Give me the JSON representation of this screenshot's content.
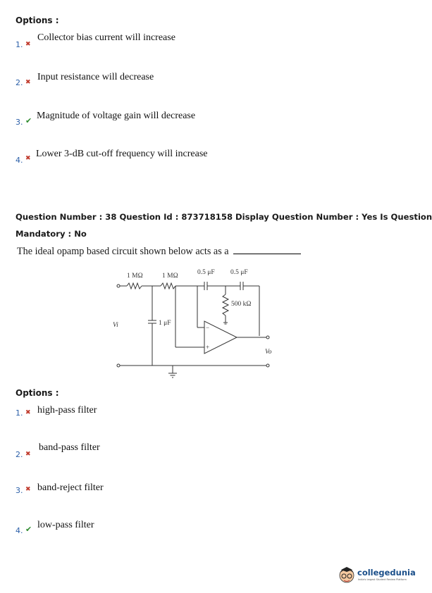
{
  "options_block_1": {
    "heading": "Options :",
    "items": [
      {
        "num": "1.",
        "mark": "✖",
        "correct": false,
        "text": "Collector bias current will increase"
      },
      {
        "num": "2.",
        "mark": "✖",
        "correct": false,
        "text": "Input resistance will decrease"
      },
      {
        "num": "3.",
        "mark": "✔",
        "correct": true,
        "text": "Magnitude of voltage gain will decrease"
      },
      {
        "num": "4.",
        "mark": "✖",
        "correct": false,
        "text": "Lower 3-dB cut-off frequency will increase"
      }
    ]
  },
  "question": {
    "meta_line_1": "Question Number : 38 Question Id : 873718158 Display Question Number : Yes Is Question",
    "meta_line_2": "Mandatory : No",
    "text": "The ideal opamp based circuit shown below acts as a"
  },
  "circuit": {
    "r1": "1 MΩ",
    "r2": "1 MΩ",
    "c1": "0.5 μF",
    "c2": "0.5 μF",
    "r3": "500 kΩ",
    "c3": "1 μF",
    "vi": "Vi",
    "vo": "Vo",
    "plus": "+",
    "minus": "−"
  },
  "options_block_2": {
    "heading": "Options :",
    "items": [
      {
        "num": "1.",
        "mark": "✖",
        "correct": false,
        "text": "high-pass filter"
      },
      {
        "num": "2.",
        "mark": "✖",
        "correct": false,
        "text": "band-pass filter"
      },
      {
        "num": "3.",
        "mark": "✖",
        "correct": false,
        "text": "band-reject filter"
      },
      {
        "num": "4.",
        "mark": "✔",
        "correct": true,
        "text": "low-pass filter"
      }
    ]
  },
  "logo": {
    "name": "collegedunia",
    "tagline": "India's largest Student Review Platform"
  },
  "colors": {
    "wrong_mark": "#c0392b",
    "correct_mark": "#2e8b2e",
    "option_number": "#2b5fa8",
    "logo_text": "#1b4f8a"
  }
}
